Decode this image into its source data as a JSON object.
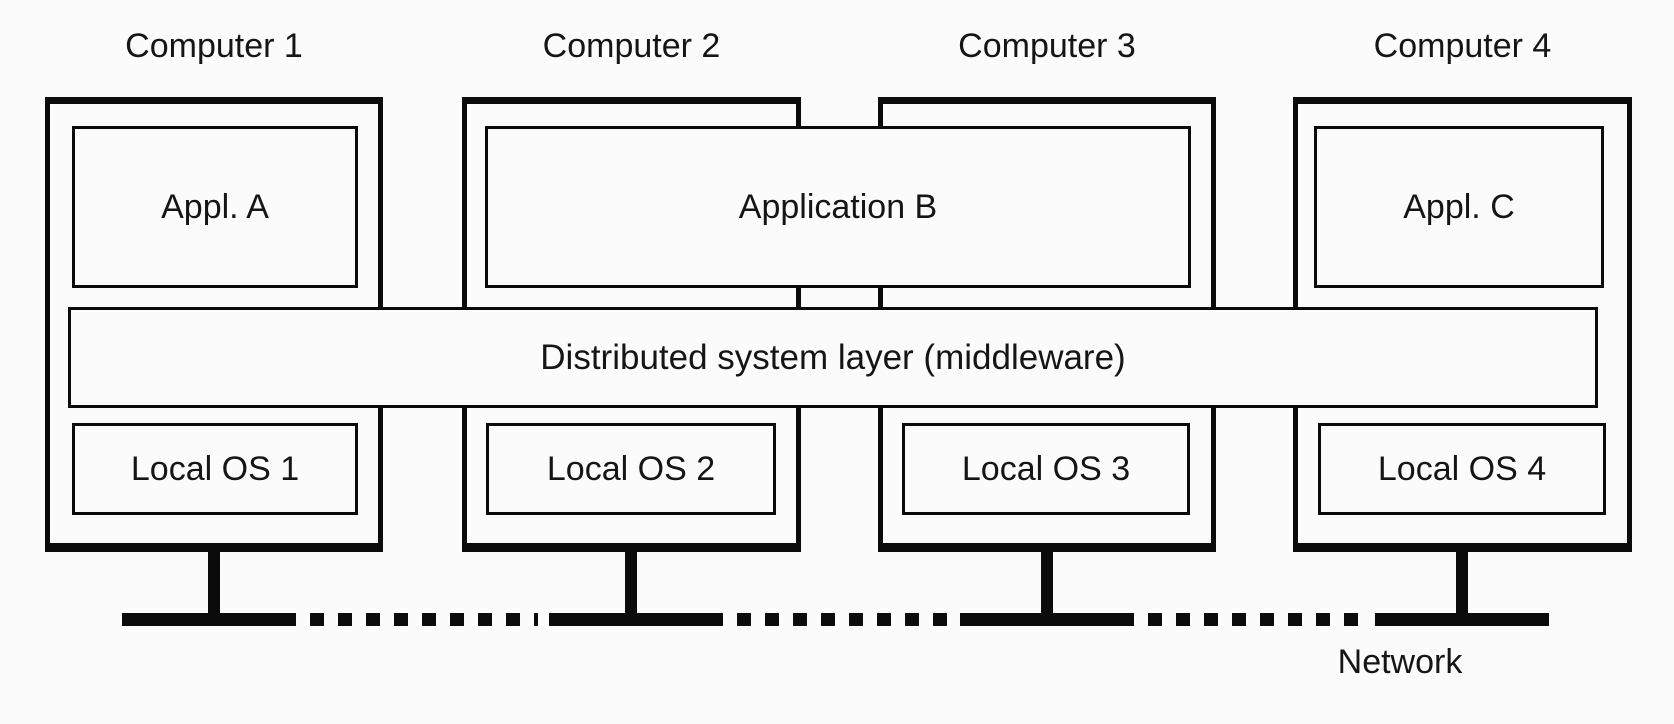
{
  "diagram": {
    "title_implicit": "Distributed system organized as middleware",
    "computers": [
      {
        "label": "Computer 1"
      },
      {
        "label": "Computer 2"
      },
      {
        "label": "Computer 3"
      },
      {
        "label": "Computer 4"
      }
    ],
    "applications": [
      {
        "label": "Appl. A"
      },
      {
        "label": "Application B"
      },
      {
        "label": "Appl. C"
      }
    ],
    "middleware": {
      "label": "Distributed system layer (middleware)"
    },
    "local_os": [
      {
        "label": "Local OS 1"
      },
      {
        "label": "Local OS 2"
      },
      {
        "label": "Local OS 3"
      },
      {
        "label": "Local OS 4"
      }
    ],
    "network": {
      "label": "Network"
    },
    "colors": {
      "background": "#fbfbfb",
      "line": "#0b0b0b",
      "text": "#151515"
    }
  }
}
